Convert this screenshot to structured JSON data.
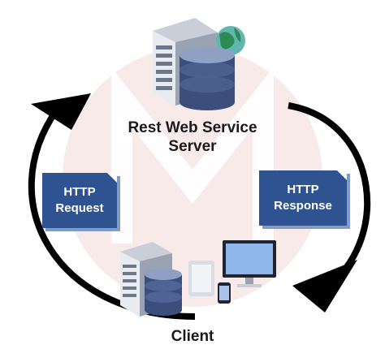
{
  "server": {
    "label_line1": "Rest Web Service",
    "label_line2": "Server"
  },
  "client": {
    "label": "Client"
  },
  "request": {
    "line1": "HTTP",
    "line2": "Request"
  },
  "response": {
    "line1": "HTTP",
    "line2": "Response"
  },
  "colors": {
    "box_fill": "#2f5391",
    "box_shadow": "#7f9cc8",
    "arrow": "#000000",
    "watermark": "#f7e6e6",
    "server_body": "#9aa3b2",
    "database": "#3c4f7c"
  },
  "icons": [
    "server-icon",
    "database-icon",
    "globe-icon",
    "tablet-icon",
    "phone-icon",
    "monitor-icon",
    "circular-arrow-icon"
  ]
}
